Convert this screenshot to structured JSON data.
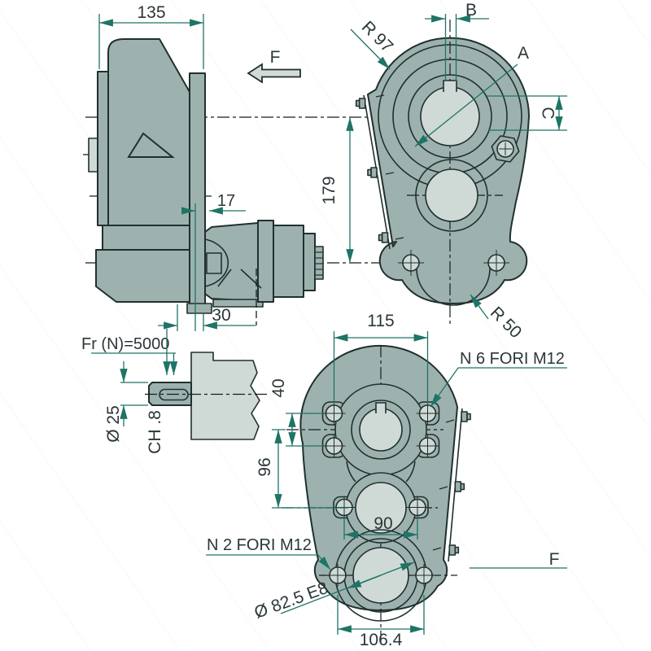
{
  "drawing": {
    "colors": {
      "body": "#9db2af",
      "light_face": "#cfdad7",
      "outline": "#20302e",
      "dimension": "#1e7466",
      "text": "#2b3638"
    },
    "labels": {
      "side_view": {
        "overall_width": "135",
        "flange_offset": "17",
        "pilot_depth": "30",
        "view_direction": "F"
      },
      "front_view": {
        "keyway_width": "B",
        "shaft_diameter": "A",
        "offset": "C",
        "top_radius": "R 97",
        "bottom_radius": "R 50",
        "center_height": "179"
      },
      "shaft_detail": {
        "radial_load": "Fr (N)=5000",
        "shaft_diameter": "Ø 25",
        "chamfer": "CH .8"
      },
      "bottom_view": {
        "bolt_span": "115",
        "bolt_row_gap": "40",
        "center_distance": "96",
        "mid_bolt_span": "90",
        "flange_bolt_span": "106.4",
        "six_holes_note": "N 6 FORI M12",
        "two_holes_note": "N 2 FORI M12",
        "pilot_bore": "Ø 82.5 E8",
        "view_label": "F"
      }
    }
  }
}
